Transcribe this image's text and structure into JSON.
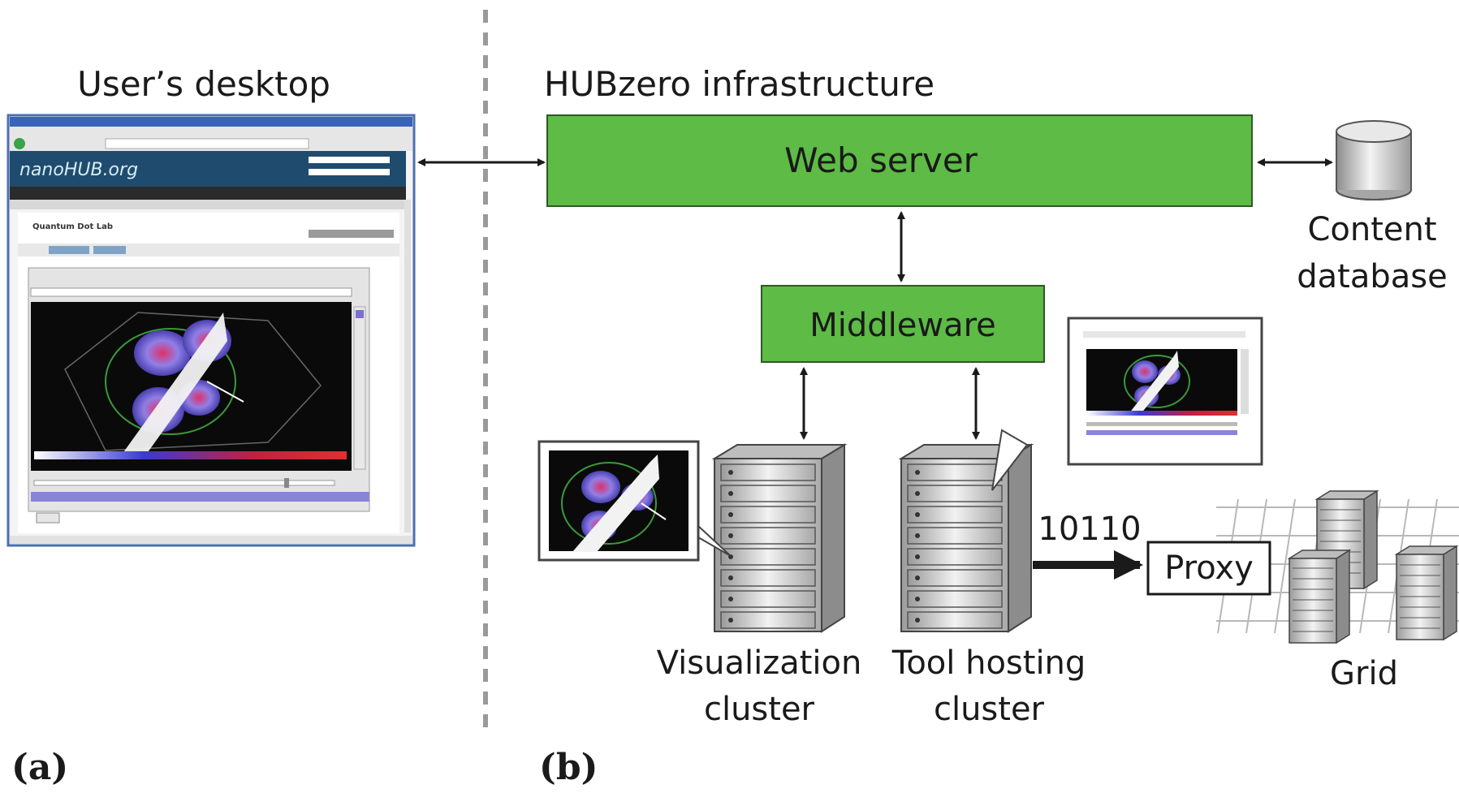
{
  "panel_a": {
    "label": "(a)",
    "title": "User’s desktop",
    "screenshot": {
      "site_logo": "nanoHUB.org",
      "page_heading": "Quantum Dot Lab"
    }
  },
  "panel_b": {
    "label": "(b)",
    "title": "HUBzero infrastructure",
    "nodes": {
      "web_server": "Web server",
      "middleware": "Middleware",
      "content_db_line1": "Content",
      "content_db_line2": "database",
      "vis_line1": "Visualization",
      "vis_line2": "cluster",
      "tool_line1": "Tool hosting",
      "tool_line2": "cluster",
      "proxy": "Proxy",
      "grid": "Grid",
      "bits": "10110"
    }
  },
  "colors": {
    "box_green": "#5dbb46",
    "box_border": "#2d5a22",
    "divider": "#9a9a9a"
  }
}
